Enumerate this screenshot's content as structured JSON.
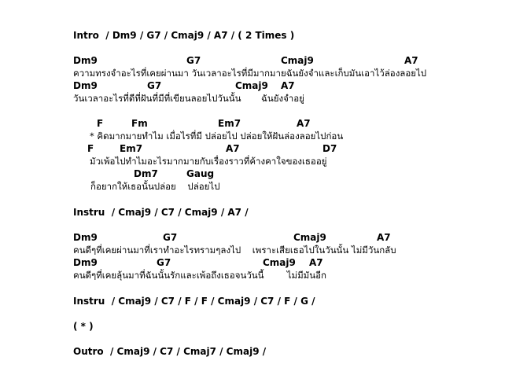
{
  "intro": "Intro  / Dm9 / G7 / Cmaj9 / A7 / ( 2 Times )",
  "verse1": {
    "chords1": [
      "Dm9",
      "G7",
      "Cmaj9",
      "A7"
    ],
    "lyric1": "ความทรงจำอะไรที่เคยผ่านมา วันเวลาอะไรที่มีมากมายฉันยังจำและเก็บมันเอาไว้ล่องลอยไป",
    "chords2": [
      "Dm9",
      "G7",
      "Cmaj9",
      "A7"
    ],
    "lyric2": "วันเวลาอะไรที่ดีที่ฝันที่มีที่เขียนลอยไปวันนั้น       ฉันยังจำอยู่"
  },
  "chorus": {
    "chords1": [
      "F",
      "Fm",
      "Em7",
      "A7"
    ],
    "lyric1": "* คิดมากมายทำไม เมื่อไรที่มี ปล่อยไป ปล่อยให้ฝันล่องลอยไปก่อน",
    "chords2": [
      "F",
      "Em7",
      "A7",
      "D7"
    ],
    "lyric2": "มัวเพ้อไปทำไมอะไรมากมายกับเรื่องราวที่ค้างคาใจของเธออยู่",
    "chords3": [
      "Dm7",
      "Gaug"
    ],
    "lyric3": "ก็อยากให้เธอนั้นปล่อย    ปล่อยไป"
  },
  "instru1": "Instru  / Cmaj9 / C7 / Cmaj9 / A7 /",
  "verse2": {
    "chords1": [
      "Dm9",
      "G7",
      "Cmaj9",
      "A7"
    ],
    "lyric1": "คนดีๆที่เคยผ่านมาที่เราทำอะไรทรามๆลงไป    เพราะเสียเธอไปในวันนั้น ไม่มีวันกลับ",
    "chords2": [
      "Dm9",
      "G7",
      "Cmaj9",
      "A7"
    ],
    "lyric2": "คนดีๆที่เคยลุ้นมาที่ฉันนั้นรักและเพ้อถึงเธอจนวันนี้        ไม่มีมันอีก"
  },
  "instru2": "Instru  / Cmaj9 / C7 / F / F / Cmaj9 / C7 / F / G /",
  "repeat": "( * )",
  "outro": "Outro  / Cmaj9 / C7 / Cmaj7 / Cmaj9 /"
}
